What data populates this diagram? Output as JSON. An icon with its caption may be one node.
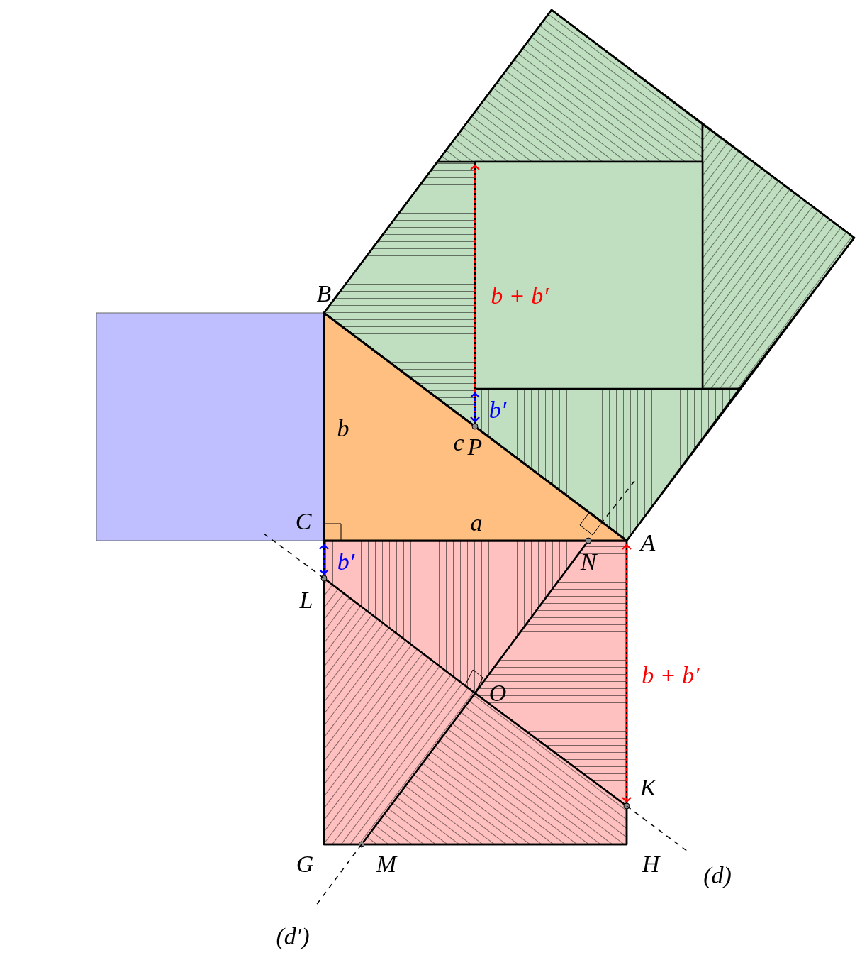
{
  "diagram": {
    "labels": [
      "B",
      "b + b′",
      "b′",
      "b",
      "c",
      "P",
      "C",
      "a",
      "A",
      "b′",
      "N",
      "L",
      "b + b′",
      "O",
      "K",
      "G",
      "M",
      "H",
      "(d)",
      "(d′)"
    ]
  }
}
